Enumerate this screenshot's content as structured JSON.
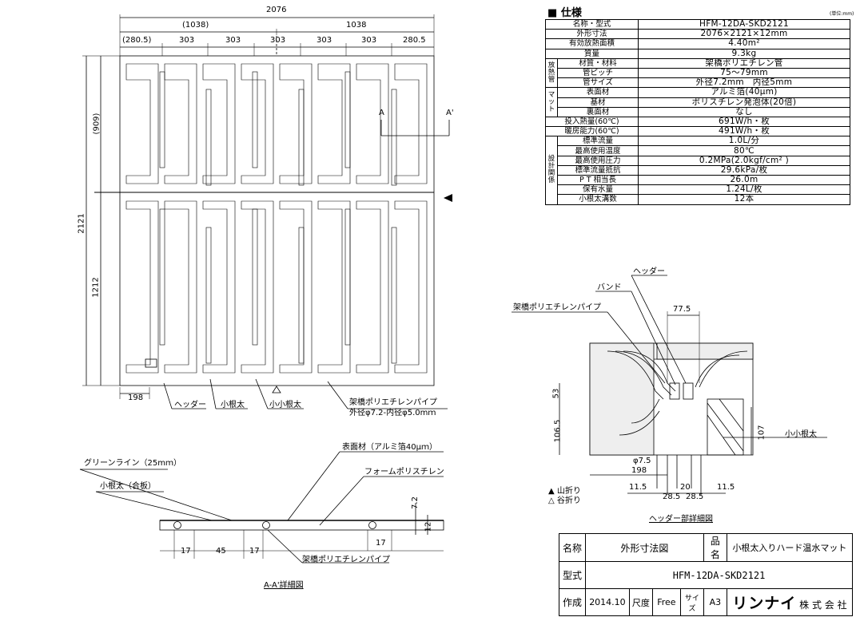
{
  "spec": {
    "title": "仕様",
    "unit_note": "(単位:mm)",
    "rows": [
      {
        "label": "名称・型式",
        "value": "HFM-12DA-SKD2121"
      },
      {
        "label": "外形寸法",
        "value": "2076×2121×12mm"
      },
      {
        "label": "有効放熱面積",
        "value": "4.40m²"
      },
      {
        "label": "質量",
        "value": "9.3kg"
      },
      {
        "label": "材質・材料",
        "value": "架橋ポリエチレン管"
      },
      {
        "label": "管ピッチ",
        "value": "75～79mm"
      },
      {
        "label": "管サイズ",
        "value": "外径7.2mm　内径5mm"
      },
      {
        "label": "表面材",
        "value": "アルミ箔(40μm)"
      },
      {
        "label": "基材",
        "value": "ポリスチレン発泡体(20倍)"
      },
      {
        "label": "裏面材",
        "value": "なし"
      },
      {
        "label": "投入熱量(60℃)",
        "value": "691W/h・枚"
      },
      {
        "label": "暖房能力(60℃)",
        "value": "491W/h・枚"
      },
      {
        "label": "標準流量",
        "value": "1.0L/分"
      },
      {
        "label": "最高使用温度",
        "value": "80℃"
      },
      {
        "label": "最高使用圧力",
        "value": "0.2MPa(2.0kgf/cm² )"
      },
      {
        "label": "標準流量抵抗",
        "value": "29.6kPa/枚"
      },
      {
        "label": "P T 相当長",
        "value": "26.0m"
      },
      {
        "label": "保有水量",
        "value": "1.24L/枚"
      },
      {
        "label": "小根太溝数",
        "value": "12本"
      }
    ],
    "groups": [
      {
        "label": "放熱管",
        "start": 4,
        "span": 3
      },
      {
        "label": "マット",
        "start": 7,
        "span": 3
      },
      {
        "label": "設計関係",
        "start": 12,
        "span": 7
      }
    ]
  },
  "plan": {
    "overall_width": "2076",
    "half_left": "(1038)",
    "half_right": "1038",
    "segments": [
      "(280.5)",
      "303",
      "303",
      "303",
      "303",
      "303",
      "280.5"
    ],
    "height_total": "2121",
    "height_upper": "(909)",
    "height_lower": "1212",
    "offset_left": "198",
    "section_marker_a": "A",
    "section_marker_a2": "A'",
    "labels": {
      "header": "ヘッダー",
      "joist": "小根太",
      "small_joist": "小小根太",
      "pipe_line1": "架橋ポリエチレンパイプ",
      "pipe_line2": "外径φ7.2-内径φ5.0mｍ"
    }
  },
  "section": {
    "title": "A-A'詳細図",
    "green_line": "グリーンライン（25mｍ）",
    "joist_label": "小根太（合板）",
    "surface_label": "表面材（アルミ箔40μｍ）",
    "foam_label": "フォームポリスチレン",
    "pipe_label": "架橋ポリエチレンパイプ",
    "dims": [
      "17",
      "45",
      "17",
      "17",
      "7.2",
      "12"
    ]
  },
  "header_detail": {
    "title": "ヘッダー部詳細図",
    "header_label": "ヘッダー",
    "band_label": "バンド",
    "pipe_label": "架橋ポリエチレンパイプ",
    "small_joist_label": "小小根太",
    "dims": [
      "77.5",
      "53",
      "106.5",
      "107",
      "φ7.5",
      "198",
      "11.5",
      "20",
      "11.5",
      "28.5",
      "28.5"
    ]
  },
  "legend": {
    "mountain": "▲ 山折り",
    "valley": "△ 谷折り"
  },
  "title_block": {
    "name_label": "名称",
    "name_value": "外形寸法図",
    "product_label": "品名",
    "product_value": "小根太入りハード温水マット",
    "model_label": "型式",
    "model_value": "HFM-12DA-SKD2121",
    "made_label": "作成",
    "made_value": "2014.10",
    "scale_label": "尺度",
    "scale_value": "Free",
    "size_label": "サイズ",
    "size_value": "A3",
    "company_brand": "リンナイ",
    "company_suffix": "株 式 会 社"
  }
}
